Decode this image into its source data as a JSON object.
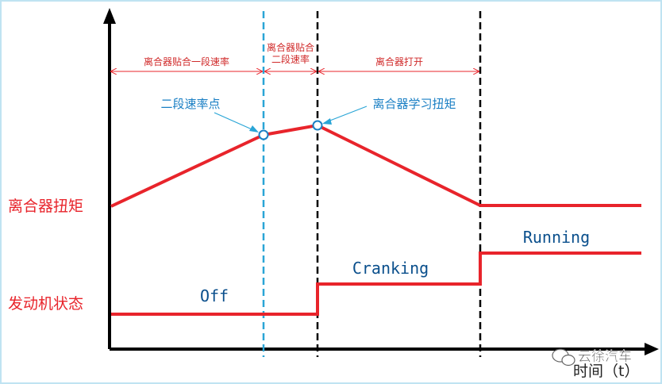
{
  "labels": {
    "clutch_torque": "离合器扭矩",
    "engine_state": "发动机状态",
    "time_axis": "时间（t）",
    "seg_one": "离合器贴合一段速率",
    "seg_two_line1": "离合器贴合",
    "seg_two_line2": "二段速率",
    "seg_open": "离合器打开",
    "second_rate_point": "二段速率点",
    "learn_torque": "离合器学习扭矩",
    "state_off": "Off",
    "state_cranking": "Cranking",
    "state_running": "Running",
    "watermark": "云徐汽车"
  },
  "colors": {
    "curve": "#e8242b",
    "guide_cyan": "#2aa5d6",
    "guide_black": "#000000",
    "background_border": "#bfe3f2"
  }
}
